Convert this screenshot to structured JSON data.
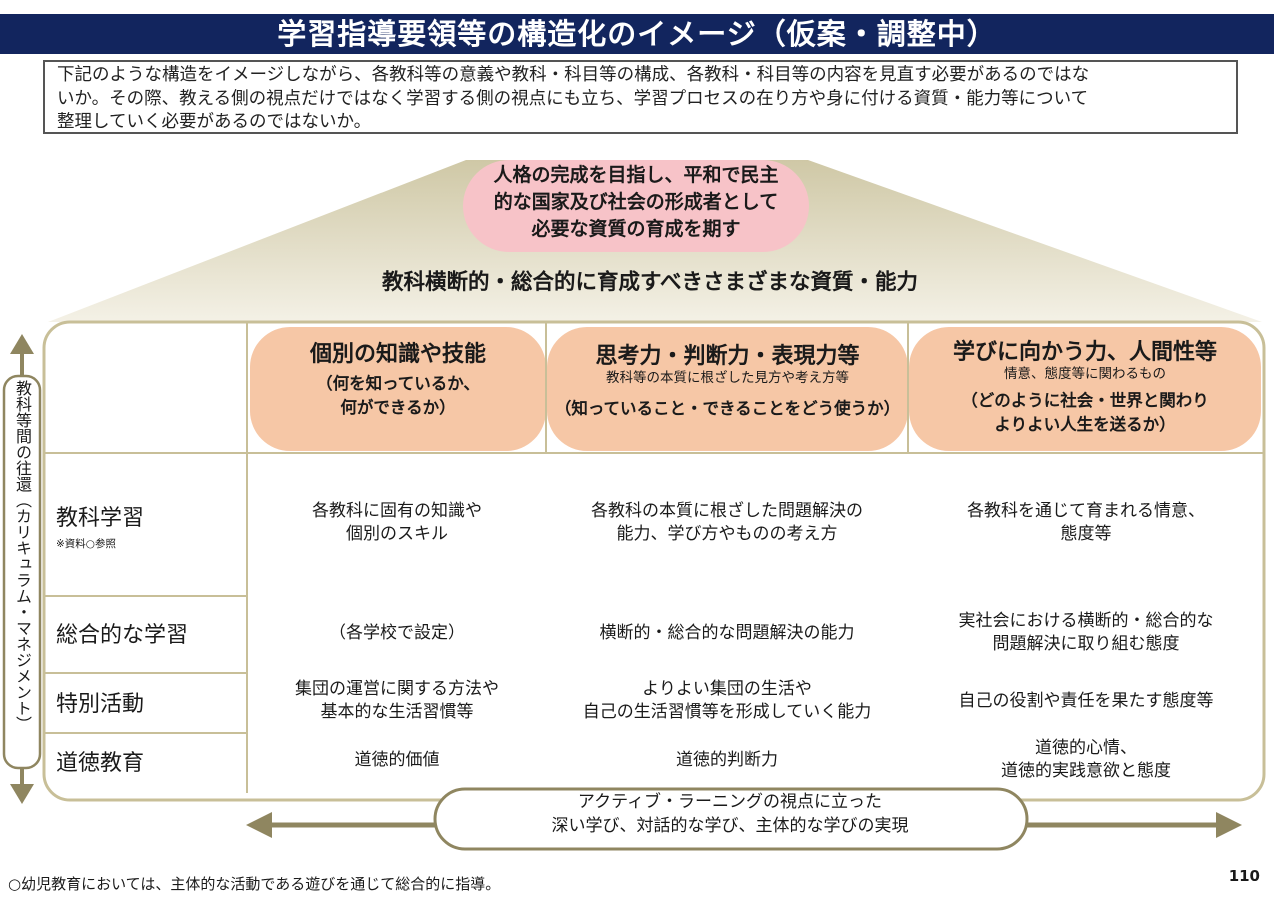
{
  "title": "学習指導要領等の構造化のイメージ（仮案・調整中）",
  "intro_lines": [
    "下記のような構造をイメージしながら、各教科等の意義や教科・科目等の構成、各教科・科目等の内容を見直す必要があるのではな",
    "いか。その際、教える側の視点だけではなく学習する側の視点にも立ち、学習プロセスの在り方や身に付ける資質・能力等について",
    "整理していく必要があるのではないか。"
  ],
  "goal_lines": [
    "人格の完成を目指し、平和で民主",
    "的な国家及び社会の形成者として",
    "必要な資質の育成を期す"
  ],
  "cross_curricular": "教科横断的・総合的に育成すべきさまざまな資質・能力",
  "columns": [
    {
      "main": "個別の知識や技能",
      "sub": "",
      "detail_lines": [
        "（何を知っているか、",
        "何ができるか）"
      ]
    },
    {
      "main": "思考力・判断力・表現力等",
      "sub": "教科等の本質に根ざした見方や考え方等",
      "detail_lines": [
        "（知っていること・できることをどう使うか）"
      ]
    },
    {
      "main": "学びに向かう力、人間性等",
      "sub": "情意、態度等に関わるもの",
      "detail_lines": [
        "（どのように社会・世界と関わり",
        "よりよい人生を送るか）"
      ]
    }
  ],
  "rows": [
    {
      "label": "教科学習",
      "note": "※資料○参照",
      "cells": [
        [
          "各教科に固有の知識や",
          "個別のスキル"
        ],
        [
          "各教科の本質に根ざした問題解決の",
          "能力、学び方やものの考え方"
        ],
        [
          "各教科を通じて育まれる情意、",
          "態度等"
        ]
      ]
    },
    {
      "label": "総合的な学習",
      "note": "",
      "cells": [
        [
          "（各学校で設定）"
        ],
        [
          "横断的・総合的な問題解決の能力"
        ],
        [
          "実社会における横断的・総合的な",
          "問題解決に取り組む態度"
        ]
      ]
    },
    {
      "label": "特別活動",
      "note": "",
      "cells": [
        [
          "集団の運営に関する方法や",
          "基本的な生活習慣等"
        ],
        [
          "よりよい集団の生活や",
          "自己の生活習慣等を形成していく能力"
        ],
        [
          "自己の役割や責任を果たす態度等"
        ]
      ]
    },
    {
      "label": "道徳教育",
      "note": "",
      "cells": [
        [
          "道徳的価値"
        ],
        [
          "道徳的判断力"
        ],
        [
          "道徳的心情、",
          "道徳的実践意欲と態度"
        ]
      ]
    }
  ],
  "vertical_label": "教科等間の往還（カリキュラム・マネジメント）",
  "active_learning_lines": [
    "アクティブ・ラーニングの視点に立った",
    "深い学び、対話的な学び、主体的な学びの実現"
  ],
  "footnote": "○幼児教育においては、主体的な活動である遊びを通じて総合的に指導。",
  "page_number": "110",
  "colors": {
    "title_bar": "#12255e",
    "roof_top": "#cfc8a6",
    "frame": "#c8bf98",
    "goal_pill": "#f7c3c8",
    "column_pill": "#f6c7a6",
    "arrow": "#8f8660"
  }
}
